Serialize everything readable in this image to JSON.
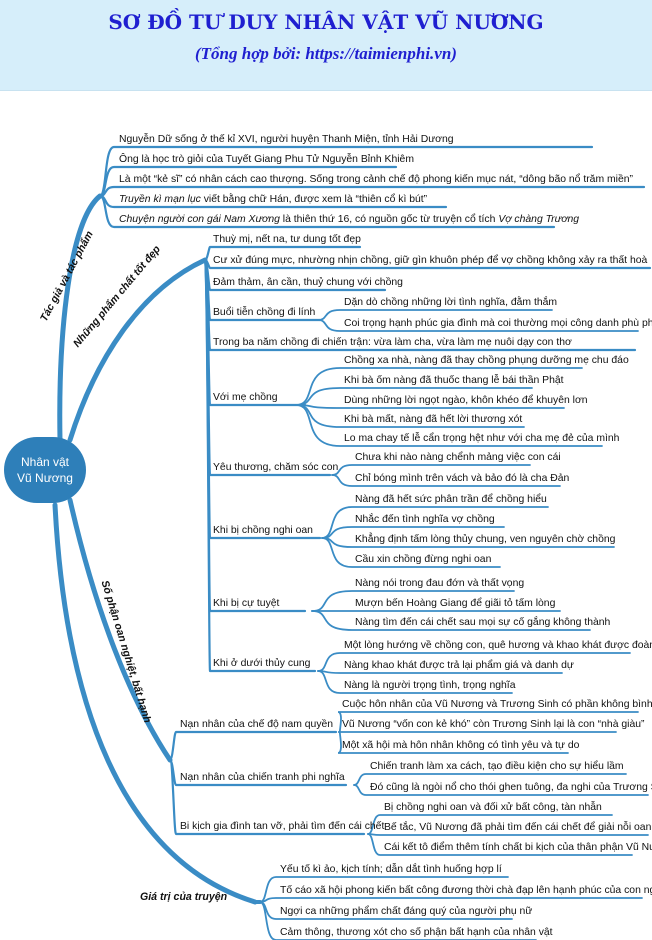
{
  "header": {
    "title": "SƠ ĐỒ TƯ DUY NHÂN VẬT VŨ NƯƠNG",
    "subtitle": "(Tổng hợp bởi: https://taimienphi.vn)"
  },
  "root": {
    "line1": "Nhân vật",
    "line2": "Vũ Nương"
  },
  "colors": {
    "branch": "#3a8cc5",
    "root": "#2e7fb9",
    "title": "#1f1fd0",
    "header_bg": "#d6eefa"
  },
  "branches": {
    "tac_gia": {
      "label": "Tác giả và tác phẩm",
      "items": [
        "Nguyễn Dữ sống ở thế kỉ XVI, người huyện Thanh Miện, tỉnh Hải Dương",
        "Ông là học trò giỏi của Tuyết Giang Phu Tử Nguyễn Bỉnh Khiêm",
        "Là một “kẻ sĩ” có nhân cách cao thượng. Sống trong cảnh chế độ phong kiến mục nát, “dông bão nổ trăm miền”"
      ],
      "item4_italic": "Truyền kì mạn lục",
      "item4_rest": " viết bằng chữ Hán, được xem là “thiên cổ kì bút”",
      "item5_italic": "Chuyện người con gái Nam Xương",
      "item5_mid": " là thiên thứ 16, có nguồn gốc từ truyện cổ tích ",
      "item5_italic2": "Vợ chàng Trương"
    },
    "pham_chat": {
      "label": "Những phẩm chất tốt đẹp",
      "l2": {
        "thuy_mi": "Thuỳ mị, nết na, tư dung tốt đẹp",
        "cu_xu": "Cư xử đúng mực, nhường nhịn chồng, giữ gìn khuôn phép để vợ chồng không xảy ra thất hoà",
        "dam_tham": "Đảm thảm, ân cần, thuỷ chung với chồng",
        "buoi_tien": "Buổi tiễn chồng đi lính",
        "ba_nam": "Trong ba năm chồng đi chiến trận: vừa làm cha, vừa làm mẹ nuôi dạy con thơ",
        "me_chong": "Với mẹ chồng",
        "yeu_thuong": "Yêu thương, chăm sóc con",
        "nghi_oan": "Khi bị chồng nghi oan",
        "cu_tuyet": "Khi bị cự tuyệt",
        "thuy_cung": "Khi ở dưới  thủy cung"
      },
      "buoi_tien_items": [
        "Dặn dò chồng những lời tình nghĩa, đằm thắm",
        "Coi trọng hạnh phúc gia đình mà coi thường mọi công danh phù phiếm"
      ],
      "me_chong_items": [
        "Chồng xa nhà, nàng đã thay chồng phụng dưỡng mẹ chu đáo",
        "Khi bà ốm nàng đã thuốc thang lễ bái thần Phật",
        "Dùng những lời ngọt ngào, khôn khéo để khuyên lơn",
        "Khi bà mất, nàng đã hết lời thương xót",
        "Lo ma chay tế lễ cẩn trọng hệt như với cha mẹ đẻ của mình"
      ],
      "yeu_thuong_items": [
        "Chưa khi nào nàng chểnh mảng việc con cái",
        "Chỉ bóng mình trên vách và bảo đó là cha Đản"
      ],
      "nghi_oan_items": [
        "Nàng đã hết sức phân trần để chồng hiểu",
        "Nhắc đến tình nghĩa vợ chồng",
        "Khẳng định tấm lòng thủy chung, ven nguyên chờ chồng",
        "Cầu xin chồng đừng nghi oan"
      ],
      "cu_tuyet_items": [
        "Nàng nói trong đau đớn và thất vọng",
        "Mượn bến Hoàng Giang để giãi tỏ tấm lòng",
        "Nàng tìm đến cái chết sau mọi sự cố gắng không thành"
      ],
      "thuy_cung_items": [
        "Một lòng hướng về chồng con, quê hương và khao khát được đoàn tụ",
        "Nàng khao khát được trả lại phẩm giá và danh dự",
        "Nàng là người  trọng tình, trọng nghĩa"
      ]
    },
    "so_phan": {
      "label": "Số phận oan nghiệt, bất hạnh",
      "l2": [
        "Nạn nhân của chế độ nam quyền",
        "Nạn nhân của chiến tranh phi nghĩa",
        "Bi kịch gia đình tan vỡ, phải tìm đến cái chết"
      ],
      "nam_quyen_items": [
        "Cuộc hôn nhân của Vũ Nương và Trương Sinh có phần không bình đẳng",
        "Vũ Nương “vốn con kẻ khó” còn Trương Sinh lại là con “nhà giàu”",
        "Một xã hội mà hôn nhân không có tình yêu và tự do"
      ],
      "chien_tranh_items": [
        "Chiến tranh làm xa cách, tạo điều kiện cho sự hiểu lầm",
        "Đó cũng là ngòi nổ cho thói ghen tuông, đa nghi của Trương Sinh"
      ],
      "bi_kich_items": [
        "Bị chồng nghi oan và đối xử bất công, tàn nhẫn",
        "Bế tắc, Vũ Nương đã phải tìm đến cái chết để giải nỗi oan ức",
        "Cái kết tô điểm thêm tính chất bi kịch của thân phận Vũ Nương"
      ]
    },
    "gia_tri": {
      "label": "Giá trị của truyện",
      "items": [
        "Yếu tố kì ảo, kịch tính; dẫn dắt tình huống hợp lí",
        "Tố cáo xã hội phong kiến bất công đương thời chà đạp lên hạnh phúc của con người",
        "Ngợi ca những phẩm chất đáng quý của người phụ nữ",
        "Cảm thông, thương xót cho số phận bất hạnh của nhân vật"
      ]
    }
  }
}
